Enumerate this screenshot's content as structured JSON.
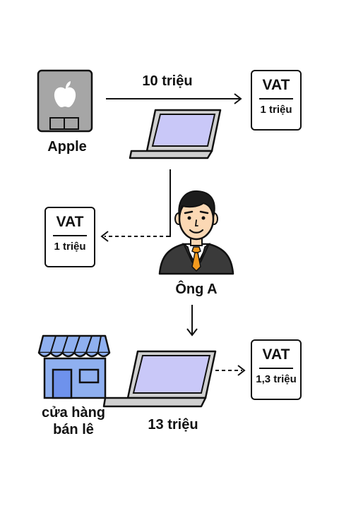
{
  "nodes": {
    "apple": {
      "label": "Apple"
    },
    "person": {
      "label": "Ông A"
    },
    "store": {
      "label_line1": "cửa hàng",
      "label_line2": "bán lê"
    }
  },
  "edges": {
    "apple_to_laptop": {
      "label": "10 triệu"
    },
    "store_laptop": {
      "label": "13 triệu"
    }
  },
  "vat_cards": [
    {
      "title": "VAT",
      "amount": "1 triệu"
    },
    {
      "title": "VAT",
      "amount": "1 triệu"
    },
    {
      "title": "VAT",
      "amount": "1,3 triệu"
    }
  ],
  "colors": {
    "outline": "#111111",
    "apple_box": "#a6a6a6",
    "laptop_screen": "#c9c8f8",
    "laptop_body": "#d0d0d0",
    "store_blue": "#8fb0f0",
    "store_door": "#6e92ec",
    "tie": "#f39a1e",
    "suit": "#3a3a3a",
    "skin": "#fbd8b4"
  }
}
